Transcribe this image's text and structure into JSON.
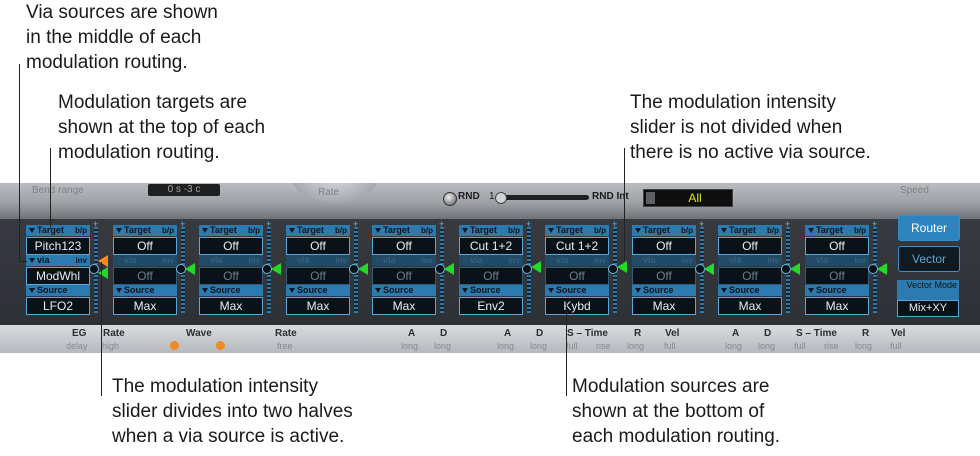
{
  "callouts": {
    "via_sources": [
      "Via sources are shown",
      "in the middle of each",
      "modulation routing."
    ],
    "targets": [
      "Modulation targets are",
      "shown at the top of each",
      "modulation routing."
    ],
    "intensity_not_divided": [
      "The modulation intensity",
      "slider is not divided when",
      "there is no active via source."
    ],
    "intensity_divides": [
      "The modulation intensity",
      "slider divides into two halves",
      "when a via source is active."
    ],
    "sources": [
      "Modulation sources are",
      "shown at the bottom of",
      "each modulation routing."
    ]
  },
  "top_strip": {
    "bend_range": "Bend range",
    "lcd_value": "0 s  -3 c",
    "rate": "Rate",
    "rnd": "RND",
    "rnd_one": "1",
    "rnd_int": "RND Int",
    "all": "All",
    "speed": "Speed"
  },
  "labels": {
    "target": "Target",
    "bp": "b/p",
    "via": "via",
    "inv": "inv",
    "source": "Source"
  },
  "routings": [
    {
      "target": "Pitch123",
      "via": "ModWhl",
      "source": "LFO2",
      "via_active": true
    },
    {
      "target": "Off",
      "via": "Off",
      "source": "Max",
      "via_active": false
    },
    {
      "target": "Off",
      "via": "Off",
      "source": "Max",
      "via_active": false
    },
    {
      "target": "Off",
      "via": "Off",
      "source": "Max",
      "via_active": false
    },
    {
      "target": "Off",
      "via": "Off",
      "source": "Max",
      "via_active": false
    },
    {
      "target": "Cut 1+2",
      "via": "Off",
      "source": "Env2",
      "via_active": false
    },
    {
      "target": "Cut 1+2",
      "via": "Off",
      "source": "Kybd",
      "via_active": false
    },
    {
      "target": "Off",
      "via": "Off",
      "source": "Max",
      "via_active": false
    },
    {
      "target": "Off",
      "via": "Off",
      "source": "Max",
      "via_active": false
    },
    {
      "target": "Off",
      "via": "Off",
      "source": "Max",
      "via_active": false
    }
  ],
  "side": {
    "router": "Router",
    "vector": "Vector",
    "vector_mode_label": "Vector Mode",
    "vector_mode_value": "Mix+XY"
  },
  "bottom": {
    "eg": "EG",
    "eg_sub": "delay",
    "rate1": "Rate",
    "rate1_sub": "high",
    "wave": "Wave",
    "rate2": "Rate",
    "rate2_sub": "free",
    "a1": "A",
    "a1_sub": "long",
    "d1": "D",
    "d1_sub": "long",
    "a2": "A",
    "a2_sub": "long",
    "d2": "D",
    "d2_sub": "long",
    "s_time1": "S – Time",
    "s1_sub": "full",
    "s1_sub2": "rise",
    "r1": "R",
    "r1_sub": "long",
    "vel1": "Vel",
    "vel1_sub": "full",
    "a3": "A",
    "a3_sub": "long",
    "d3": "D",
    "d3_sub": "long",
    "s_time2": "S – Time",
    "s2_sub": "full",
    "s2_sub2": "rise",
    "r2": "R",
    "r2_sub": "long",
    "vel2": "Vel",
    "vel2_sub": "full"
  },
  "colors": {
    "header_blue": "#2b7bb0",
    "value_border": "#5aa8d6",
    "all_text": "#e4e900",
    "pointer_green": "#25d92a",
    "pointer_orange": "#ff8a1c"
  }
}
